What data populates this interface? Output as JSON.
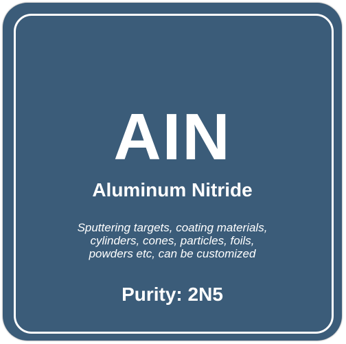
{
  "colors": {
    "background": "#3b5c79",
    "text": "#ffffff",
    "border": "#ffffff"
  },
  "tile": {
    "symbol": "AIN",
    "name": "Aluminum Nitride",
    "description_lines": [
      "Sputtering targets, coating materials,",
      "cylinders, cones, particles, foils,",
      "powders etc, can be customized"
    ],
    "purity": "Purity: 2N5"
  }
}
